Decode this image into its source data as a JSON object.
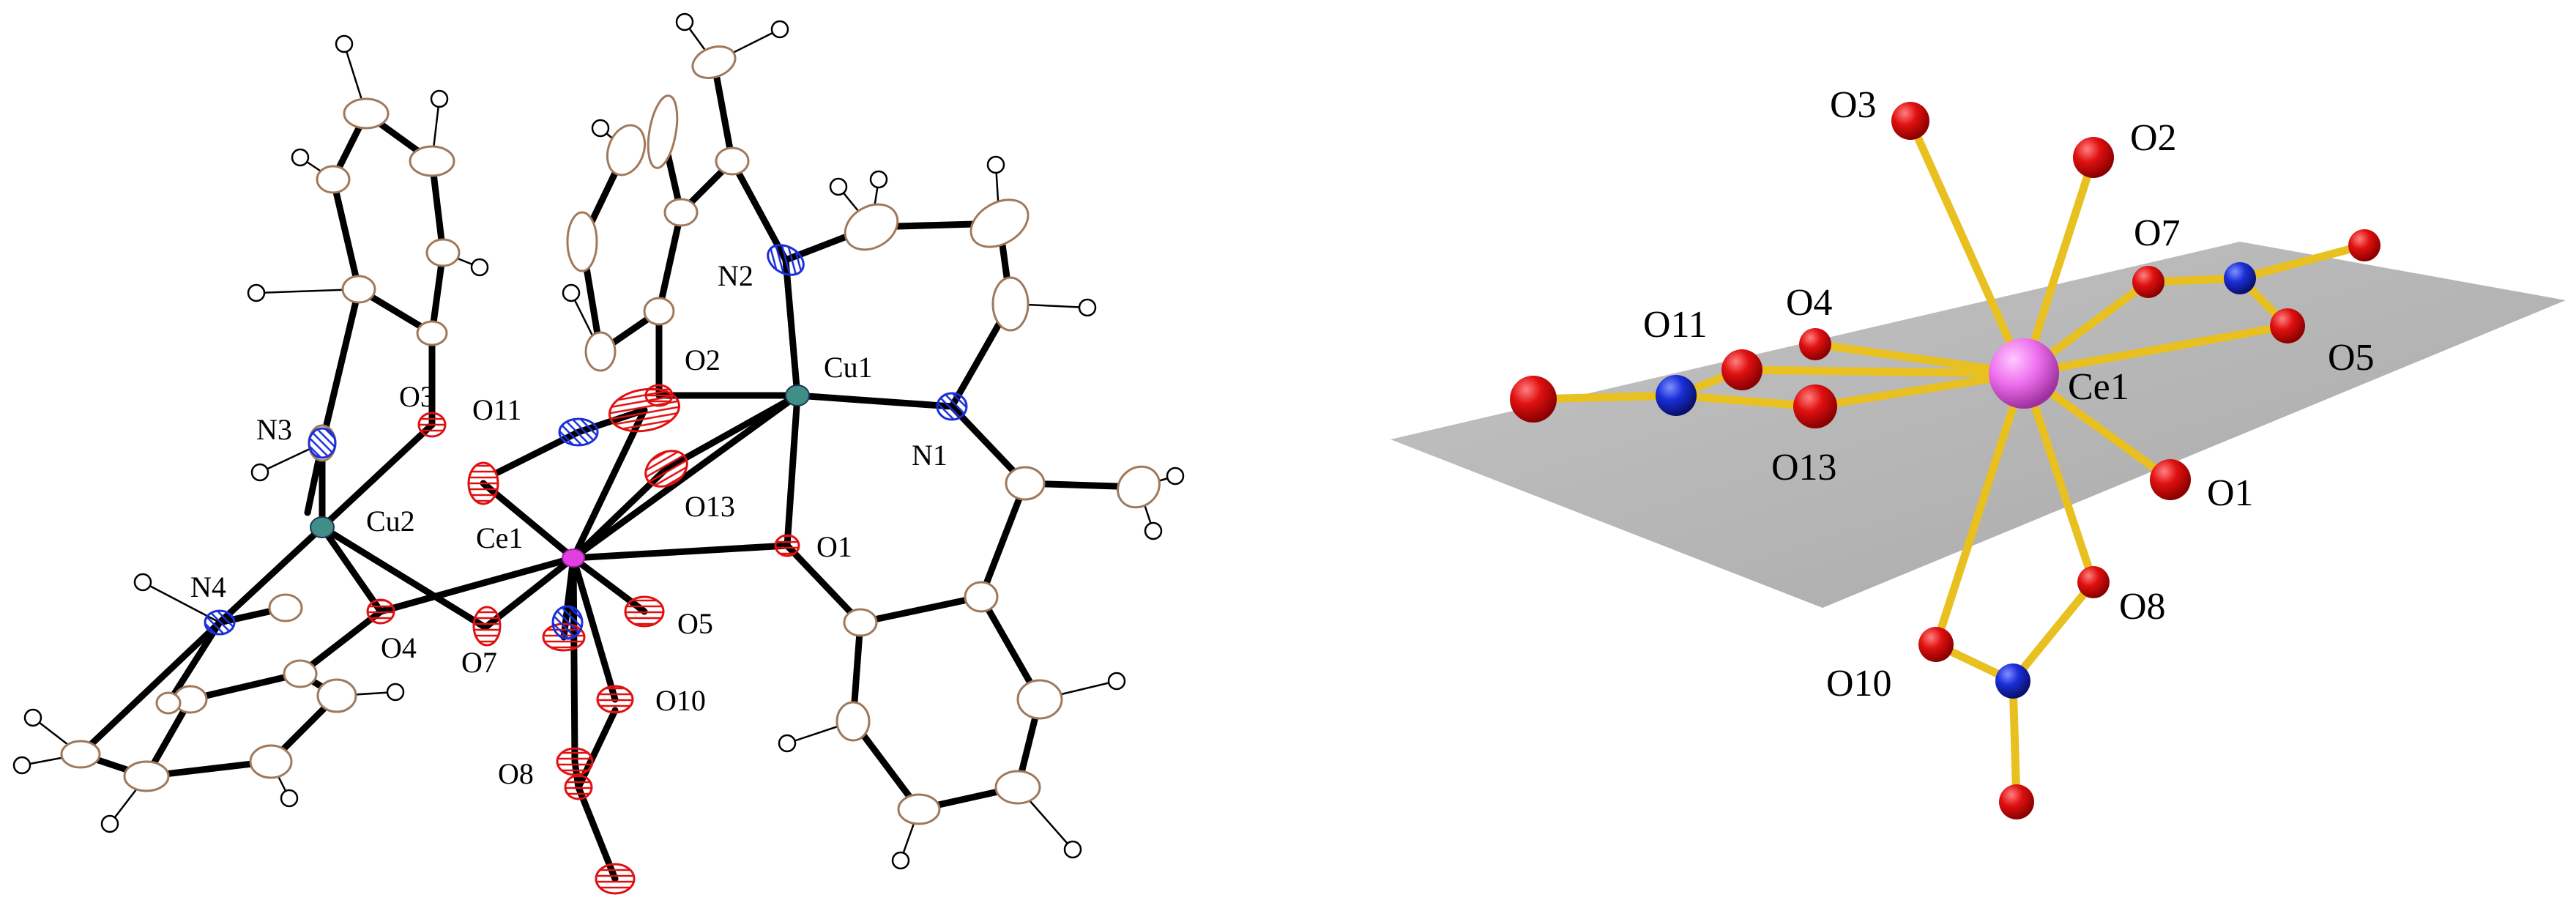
{
  "left_panel": {
    "labels": {
      "O3": "O3",
      "O11": "O11",
      "O2": "O2",
      "Cu1": "Cu1",
      "N2": "N2",
      "N1": "N1",
      "N3": "N3",
      "Cu2": "Cu2",
      "Ce1": "Ce1",
      "O13": "O13",
      "O1": "O1",
      "N4": "N4",
      "O4": "O4",
      "O7": "O7",
      "O5": "O5",
      "O10": "O10",
      "O8": "O8"
    }
  },
  "right_panel": {
    "labels": {
      "O3": "O3",
      "O2": "O2",
      "O7": "O7",
      "O11": "O11",
      "O4": "O4",
      "Ce1": "Ce1",
      "O5": "O5",
      "O13": "O13",
      "O1": "O1",
      "O8": "O8",
      "O10": "O10"
    }
  },
  "colors": {
    "oxygen": "#e01010",
    "nitrogen": "#1a2fd8",
    "cerium": "#e040e0",
    "copper": "#3f8f86",
    "carbon": "#a0785a",
    "bond_dark": "#000000",
    "bond_gold": "#e8c020",
    "plane": "#b4b4b4"
  }
}
